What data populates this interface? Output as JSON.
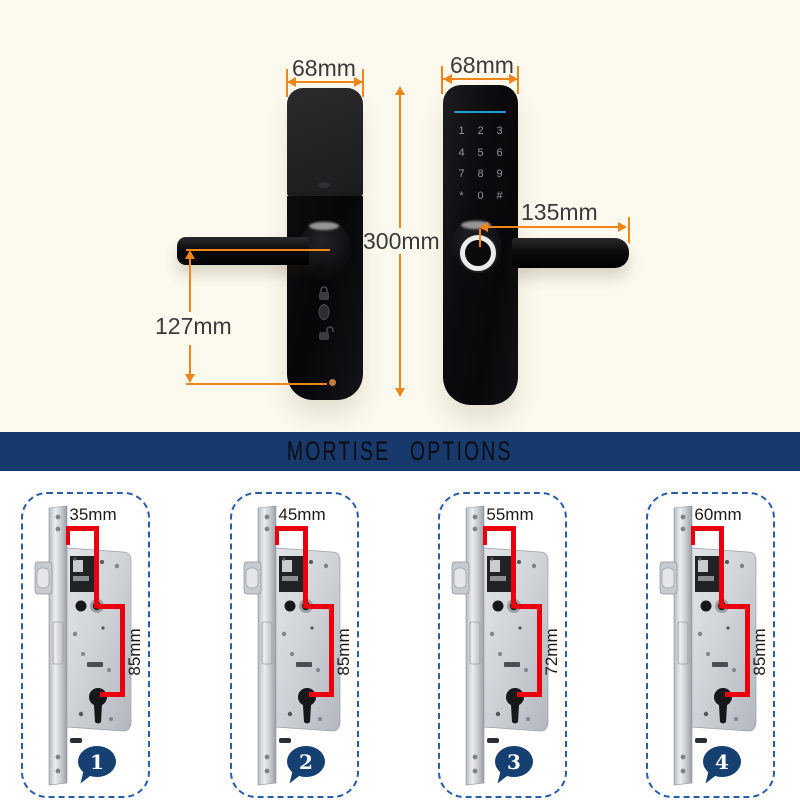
{
  "product_view": {
    "left_lock": {
      "width_label": "68mm",
      "height_label": "300mm",
      "lever_height_label": "127mm"
    },
    "right_lock": {
      "width_label": "68mm",
      "fingerprint_label": "135mm",
      "keypad": [
        [
          "1",
          "2",
          "3"
        ],
        [
          "4",
          "5",
          "6"
        ],
        [
          "7",
          "8",
          "9"
        ],
        [
          "*",
          "0",
          "#"
        ]
      ]
    }
  },
  "banner": {
    "title": "MORTISE OPTIONS"
  },
  "mortise_options": [
    {
      "number": "1",
      "backset_label": "35mm",
      "center_distance_label": "85mm"
    },
    {
      "number": "2",
      "backset_label": "45mm",
      "center_distance_label": "85mm"
    },
    {
      "number": "3",
      "backset_label": "55mm",
      "center_distance_label": "72mm"
    },
    {
      "number": "4",
      "backset_label": "60mm",
      "center_distance_label": "85mm"
    }
  ],
  "colors": {
    "background_cream": "#FCF9EE",
    "banner_navy": "#17396B",
    "badge_navy": "#154071",
    "dashed_border_blue": "#2A5CA8",
    "dimension_orange": "#F08519",
    "dimension_red": "#E8000F",
    "keypad_accent_blue": "#1F9CD9"
  }
}
